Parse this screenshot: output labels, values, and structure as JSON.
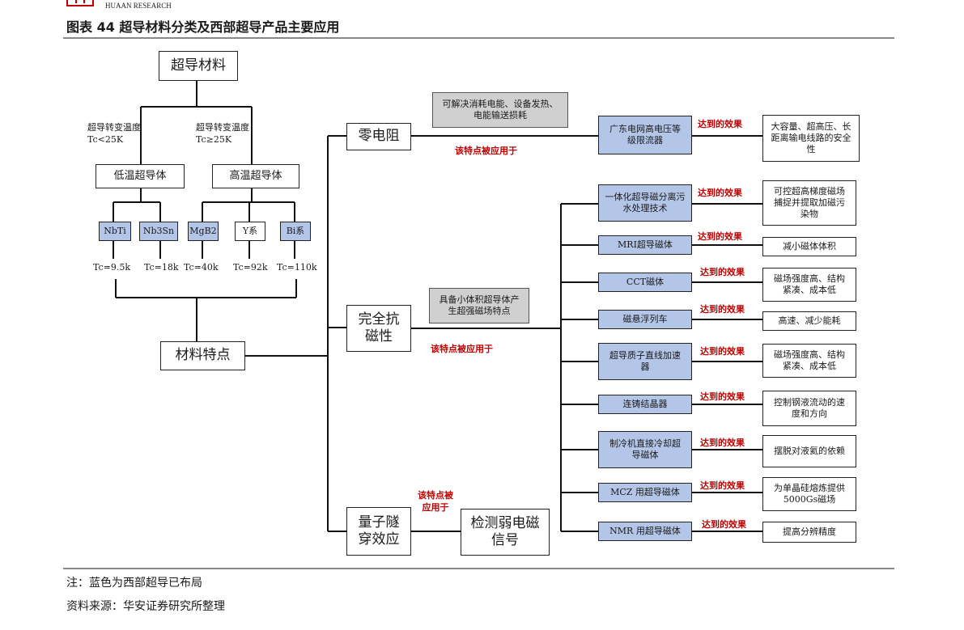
{
  "header": {
    "logo_text": "HUAAN RESEARCH",
    "title": "图表 44 超导材料分类及西部超导产品主要应用"
  },
  "materials": {
    "root": "超导材料",
    "low_condition": "超导转变温度Tc<25K",
    "high_condition": "超导转变温度Tc≥25K",
    "low": "低温超导体",
    "high": "高温超导体",
    "types": [
      "NbTi",
      "Nb3Sn",
      "MgB2",
      "Y系",
      "Bi系"
    ],
    "tc": [
      "Tc=9.5k",
      "Tc=18k",
      "Tc=40k",
      "Tc=92k",
      "Tc=110k"
    ],
    "features": "材料特点"
  },
  "properties": {
    "zero_resistance": "零电阻",
    "diamagnetism": "完全抗磁性",
    "tunneling": "量子隧穿效应",
    "zero_note": "可解决消耗电能、设备发热、电能输送损耗",
    "dia_note": "具备小体积超导体产生超强磁场特点",
    "applied_label": "该特点被应用于",
    "applied_label_stacked": "该特点被应用于",
    "detect": "检测弱电磁信号"
  },
  "effect_label": "达到的效果",
  "applications": [
    {
      "name": "广东电网高电压等级限流器",
      "effect": "大容量、超高压、长距离输电线路的安全性"
    },
    {
      "name": "一体化超导磁分离污水处理技术",
      "effect": "可控超高梯度磁场捕捉并提取加磁污染物"
    },
    {
      "name": "MRI超导磁体",
      "effect": "减小磁体体积"
    },
    {
      "name": "CCT磁体",
      "effect": "磁场强度高、结构紧凑、成本低"
    },
    {
      "name": "磁悬浮列车",
      "effect": "高速、减少能耗"
    },
    {
      "name": "超导质子直线加速器",
      "effect": "磁场强度高、结构紧凑、成本低"
    },
    {
      "name": "连铸结晶器",
      "effect": "控制钢液流动的速度和方向"
    },
    {
      "name": "制冷机直接冷却超导磁体",
      "effect": "摆脱对液氦的依赖"
    },
    {
      "name": "MCZ 用超导磁体",
      "effect": "为单晶硅熔炼提供5000Gs磁场"
    },
    {
      "name": "NMR 用超导磁体",
      "effect": "提高分辨精度"
    }
  ],
  "footer": {
    "note": "注：蓝色为西部超导已布局",
    "source": "资料来源：华安证券研究所整理"
  },
  "colors": {
    "blue": "#b4c6e7",
    "red": "#c00000",
    "logo": "#c00000"
  }
}
